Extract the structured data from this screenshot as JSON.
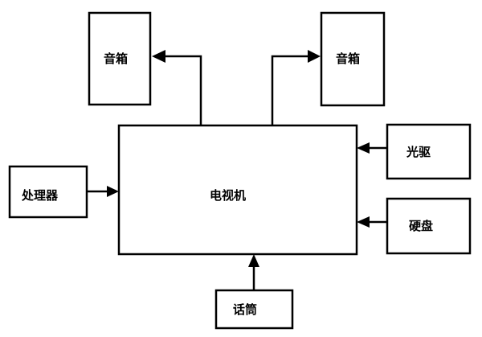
{
  "diagram": {
    "tv": "电视机",
    "speaker_left": "音箱",
    "speaker_right": "音箱",
    "processor": "处理器",
    "optical_drive": "光驱",
    "hard_disk": "硬盘",
    "microphone": "话筒"
  }
}
